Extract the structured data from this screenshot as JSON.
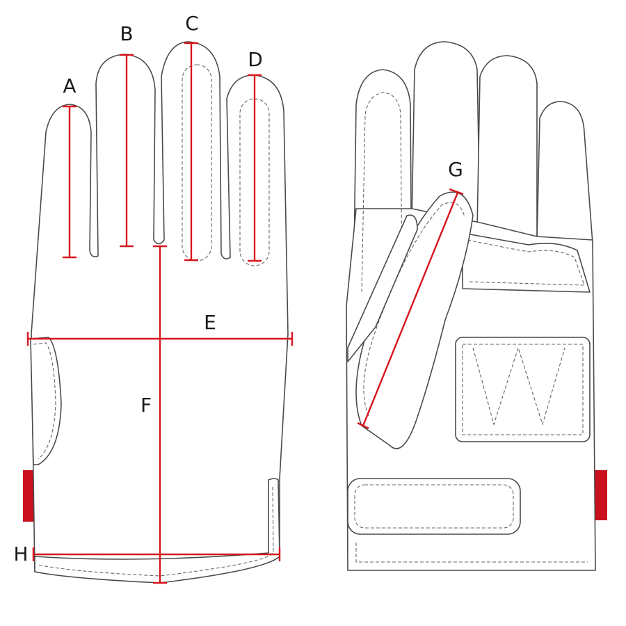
{
  "labels": {
    "A": "A",
    "B": "B",
    "C": "C",
    "D": "D",
    "E": "E",
    "F": "F",
    "G": "G",
    "H": "H"
  },
  "colors": {
    "measure": "#d7141d",
    "tab": "#c8101e",
    "outline": "#4a4a4a"
  }
}
